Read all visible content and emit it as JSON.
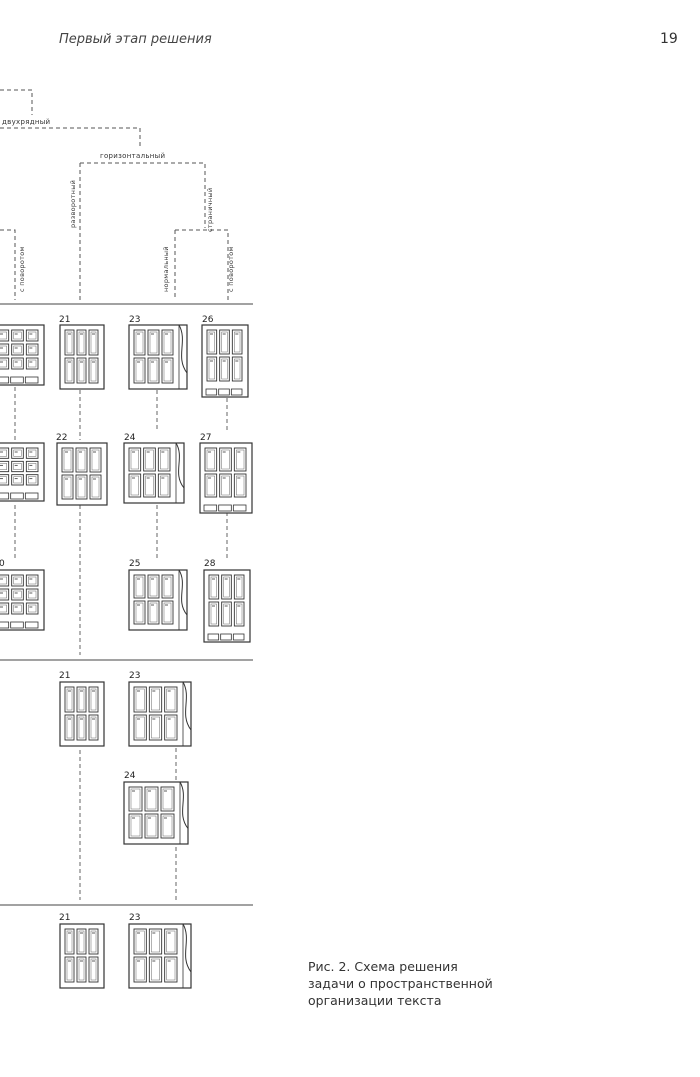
{
  "header": {
    "title": "Первый этап решения",
    "page_number": "19"
  },
  "diagram": {
    "branch_labels": {
      "top": "двухрядный",
      "horizontal": "горизонтальный",
      "spread": "разворотный",
      "page": "страничный",
      "normal": "нормальный",
      "rotated_right": "с поворотом",
      "rotated_left": "с поворотом"
    },
    "figure_numbers": {
      "r1_a": "21",
      "r1_b": "23",
      "r1_c": "26",
      "r2_a": "22",
      "r2_b": "24",
      "r2_c": "27",
      "r3_left": "0",
      "r3_b": "25",
      "r3_c": "28",
      "r4_a": "21",
      "r4_b": "23",
      "r5_b": "24",
      "r6_a": "21",
      "r6_b": "23"
    }
  },
  "caption": {
    "line1": "Рис. 2. Схема решения",
    "line2": "задачи о пространственной",
    "line3": "организации текста"
  }
}
